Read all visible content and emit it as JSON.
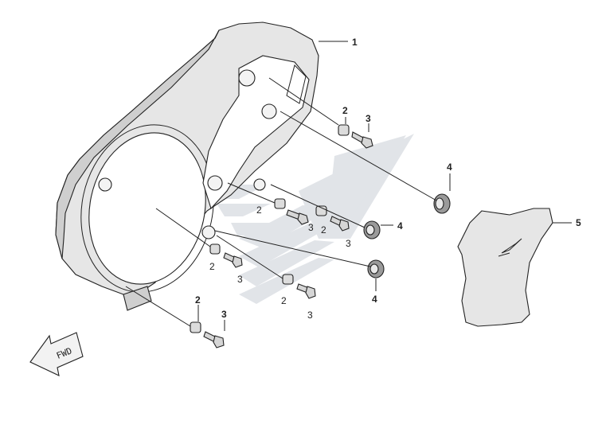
{
  "diagram": {
    "arrow_label": "FWD",
    "callouts": [
      {
        "id": "c1",
        "text": "1"
      },
      {
        "id": "c2a",
        "text": "2"
      },
      {
        "id": "c3a",
        "text": "3"
      },
      {
        "id": "c4a",
        "text": "4"
      },
      {
        "id": "c5",
        "text": "5"
      },
      {
        "id": "c2b",
        "text": "2"
      },
      {
        "id": "c3b",
        "text": "3"
      },
      {
        "id": "c2c",
        "text": "2"
      },
      {
        "id": "c3c",
        "text": "3"
      },
      {
        "id": "c4b",
        "text": "4"
      },
      {
        "id": "c2d",
        "text": "2"
      },
      {
        "id": "c3d",
        "text": "3"
      },
      {
        "id": "c2e",
        "text": "2"
      },
      {
        "id": "c3e",
        "text": "3"
      },
      {
        "id": "c4c",
        "text": "4"
      },
      {
        "id": "c2f",
        "text": "2"
      },
      {
        "id": "c3f",
        "text": "3"
      }
    ]
  },
  "colors": {
    "line": "#222222",
    "part_fill": "#e6e6e6",
    "part_shade": "#cfcfcf",
    "watermark": "#c9ced6"
  }
}
